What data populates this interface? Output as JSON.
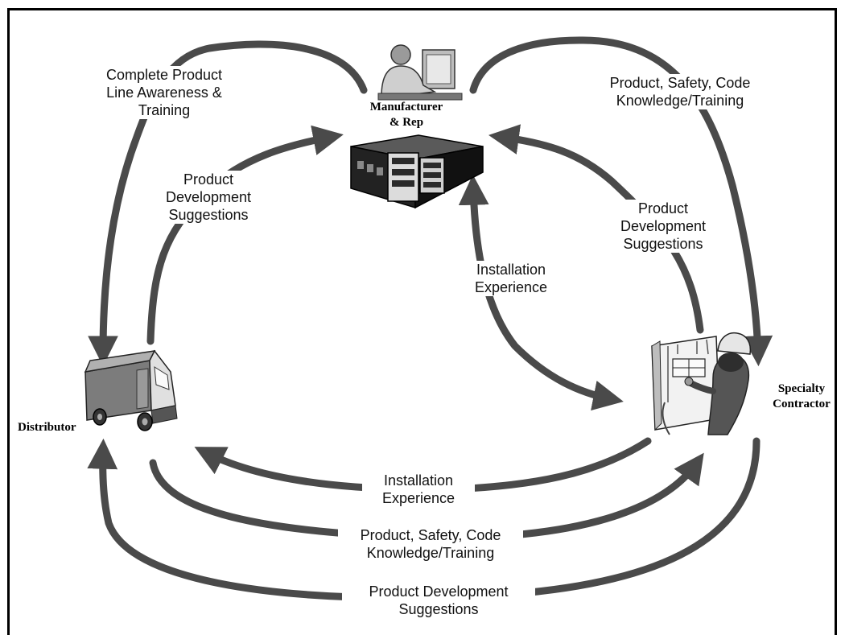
{
  "nodes": {
    "manufacturer": "Manufacturer\n& Rep",
    "distributor": "Distributor",
    "contractor": "Specialty\nContractor"
  },
  "flows": {
    "mfr_to_dist": "Complete Product\nLine Awareness &\nTraining",
    "dist_to_mfr": "Product\nDevelopment\nSuggestions",
    "mfr_to_contractor": "Product, Safety, Code\nKnowledge/Training",
    "contractor_to_mfr": "Product\nDevelopment\nSuggestions",
    "install_mfr_contractor": "Installation\nExperience",
    "contractor_to_dist_install": "Installation\nExperience",
    "dist_to_contractor_training": "Product, Safety, Code\nKnowledge/Training",
    "contractor_to_dist_suggestions": "Product Development\nSuggestions"
  },
  "icons": {
    "manufacturer": "office-worker-and-building",
    "distributor": "delivery-truck",
    "contractor": "electrician-at-panel"
  },
  "colors": {
    "arrow": "#4a4a4a",
    "building": "#1a1a1a",
    "text": "#111111"
  }
}
